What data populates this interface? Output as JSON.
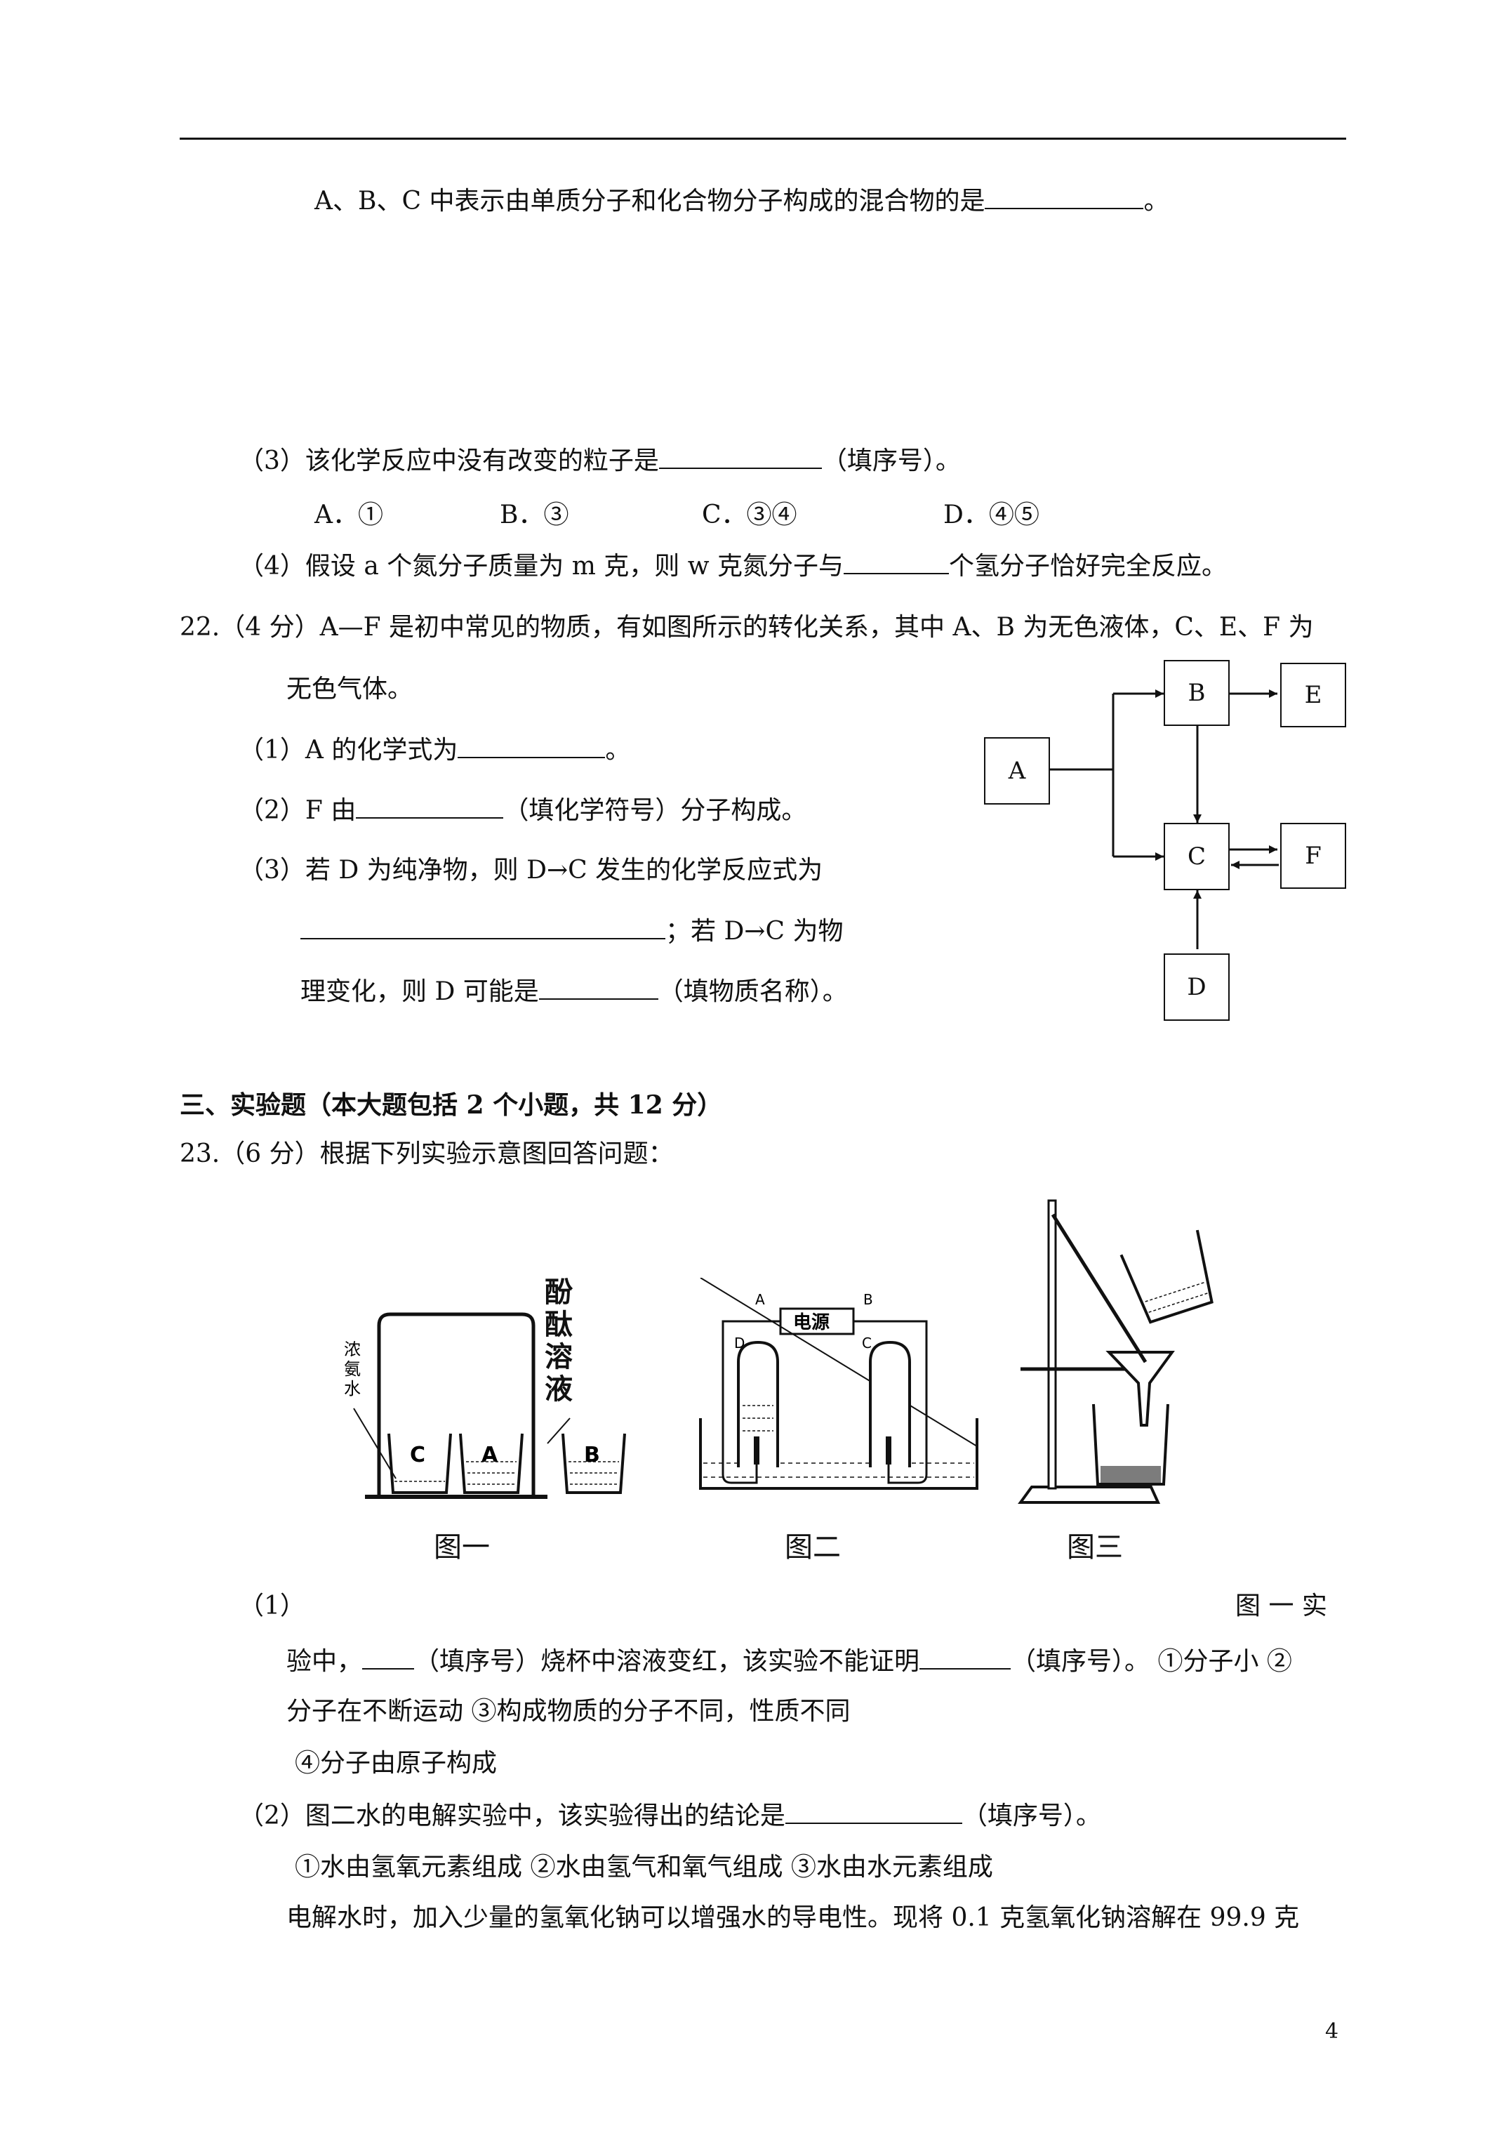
{
  "page_number": "4",
  "q21_cont": {
    "mixture_line": {
      "pre": "A、B、C 中表示由单质分子和化合物分子构成的混合物的是",
      "post": "。"
    },
    "q3": {
      "pre": "（3）该化学反应中没有改变的粒子是",
      "post": "（填序号）。"
    },
    "q3_options": [
      "A．①",
      "B．③",
      "C．③④",
      "D．④⑤"
    ],
    "q4": {
      "pre": "（4）假设 a 个氮分子质量为 m 克，则 w 克氮分子与",
      "post": "个氢分子恰好完全反应。"
    }
  },
  "q22": {
    "stem_line1": "22.（4 分）A—F 是初中常见的物质，有如图所示的转化关系，其中 A、B 为无色液体，C、E、F 为",
    "stem_line2": "无色气体。",
    "s1": {
      "pre": "（1）A 的化学式为",
      "post": "。"
    },
    "s2": {
      "pre": "（2）F 由",
      "post": "（填化学符号）分子构成。"
    },
    "s3_line1": "（3）若 D 为纯净物，则 D→C 发生的化学反应式为",
    "s3_line2_post": "；若 D→C 为物",
    "s3_line3": {
      "pre": "理变化，则 D 可能是",
      "post": "（填物质名称）。"
    },
    "diagram_boxes": {
      "A": "A",
      "B": "B",
      "C": "C",
      "D": "D",
      "E": "E",
      "F": "F"
    }
  },
  "section3": {
    "title": "三、实验题（本大题包括 2 个小题，共 12 分）",
    "q23_stem": "23.（6 分）根据下列实验示意图回答问题：",
    "fig1": {
      "caption": "图一",
      "label_phenol": [
        "酚",
        "酞",
        "溶",
        "液"
      ],
      "label_ammonia": [
        "浓",
        "氨",
        "水"
      ],
      "beakers": [
        "C",
        "A",
        "B"
      ]
    },
    "fig2": {
      "caption": "图二",
      "power": "电源",
      "labels": [
        "A",
        "B",
        "D",
        "C"
      ]
    },
    "fig3": {
      "caption": "图三"
    },
    "s1_prefix": "（1）",
    "s1_tail": "图 一 实",
    "s1_line2": {
      "a": "验中，",
      "b": "（填序号）烧杯中溶液变红，该实验不能证明",
      "c": "（填序号）。 ①分子小   ②"
    },
    "s1_line3": "分子在不断运动   ③构成物质的分子不同，性质不同",
    "s1_line4": "④分子由原子构成",
    "s2": {
      "pre": "（2）图二水的电解实验中，该实验得出的结论是",
      "post": "（填序号）。"
    },
    "s2_options": "①水由氢氧元素组成    ②水由氢气和氧气组成     ③水由水元素组成",
    "s2_last": "电解水时，加入少量的氢氧化钠可以增强水的导电性。现将 0.1 克氢氧化钠溶解在 99.9 克"
  }
}
